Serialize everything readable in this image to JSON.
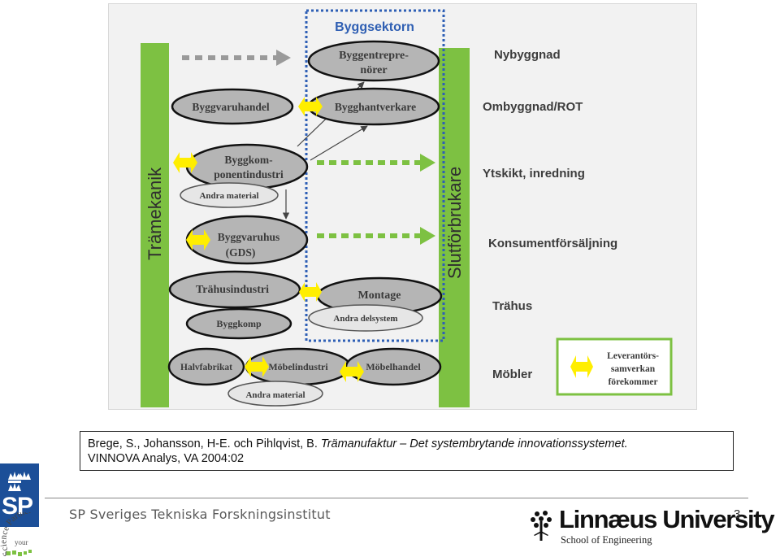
{
  "diagram": {
    "sector_title": "Byggsektorn",
    "left_bar_label": "Trämekanik",
    "right_bar_label": "Slutförbrukare",
    "ellipses": {
      "byggentreprenorer": [
        "Byggentrepre-",
        "nörer"
      ],
      "byggvaruhandel": "Byggvaruhandel",
      "bygghantverkare": "Bygghantverkare",
      "byggkomponent": [
        "Byggkom-",
        "ponentindustri"
      ],
      "andra_material_1": "Andra material",
      "byggvaruhus": [
        "Byggvaruhus",
        "(GDS)"
      ],
      "trahusindustri": "Trähusindustri",
      "montage": "Montage",
      "andra_delsystem": "Andra delsystem",
      "byggkomp": "Byggkomp",
      "halvfabrikat": "Halvfabrikat",
      "mobelindustri": "Möbelindustri",
      "mobelhandel": "Möbelhandel",
      "andra_material_2": "Andra material"
    },
    "outcomes": [
      "Nybyggnad",
      "Ombyggnad/ROT",
      "Ytskikt, inredning",
      "Konsumentförsäljning",
      "Trähus",
      "Möbler"
    ],
    "legend": [
      "Leverantörs-",
      "samverkan",
      "förekommer"
    ],
    "colors": {
      "green": "#7dc142",
      "blue_dotted": "#2e5fb5",
      "ellipse": "#b5b5b5",
      "yellow": "#ffee00"
    }
  },
  "citation": {
    "authors": "Brege, S., Johansson, H-E. och Pihlqvist, B.",
    "title": "Trämanufaktur – Det systembrytande innovationssystemet.",
    "line2": "VINNOVA Analys, VA 2004:02"
  },
  "footer": {
    "sp_logo": "SP",
    "sp_tagline_small": "your",
    "sp_tagline": "Science Partner",
    "sp_name": "SP Sveriges Tekniska Forskningsinstitut",
    "lnu_name": "Linnæus University",
    "lnu_school": "School of Engineering",
    "page_number": "3"
  }
}
